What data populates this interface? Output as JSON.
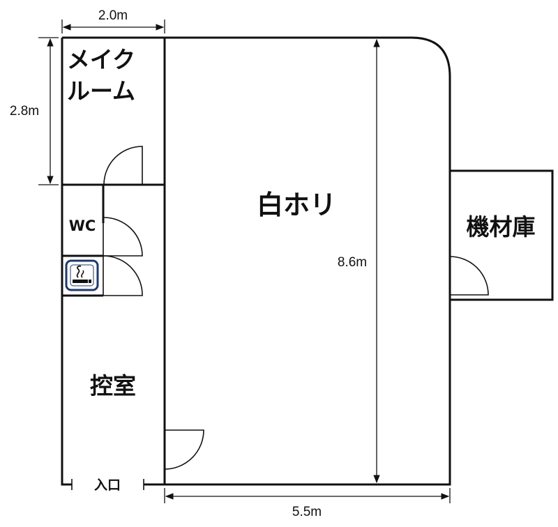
{
  "rooms": {
    "makeup_line1": "メイク",
    "makeup_line2": "ルーム",
    "studio": "白ホリ",
    "storage": "機材庫",
    "wc": "WC",
    "green_room": "控室",
    "entrance": "入口"
  },
  "dimensions": {
    "top_width": "2.0m",
    "left_height": "2.8m",
    "studio_height": "8.6m",
    "bottom_width": "5.5m"
  },
  "icons": {
    "smoking": "smoking-area-icon"
  },
  "colors": {
    "walls": "#111111",
    "smoking_icon_border": "#1f3a6b"
  }
}
